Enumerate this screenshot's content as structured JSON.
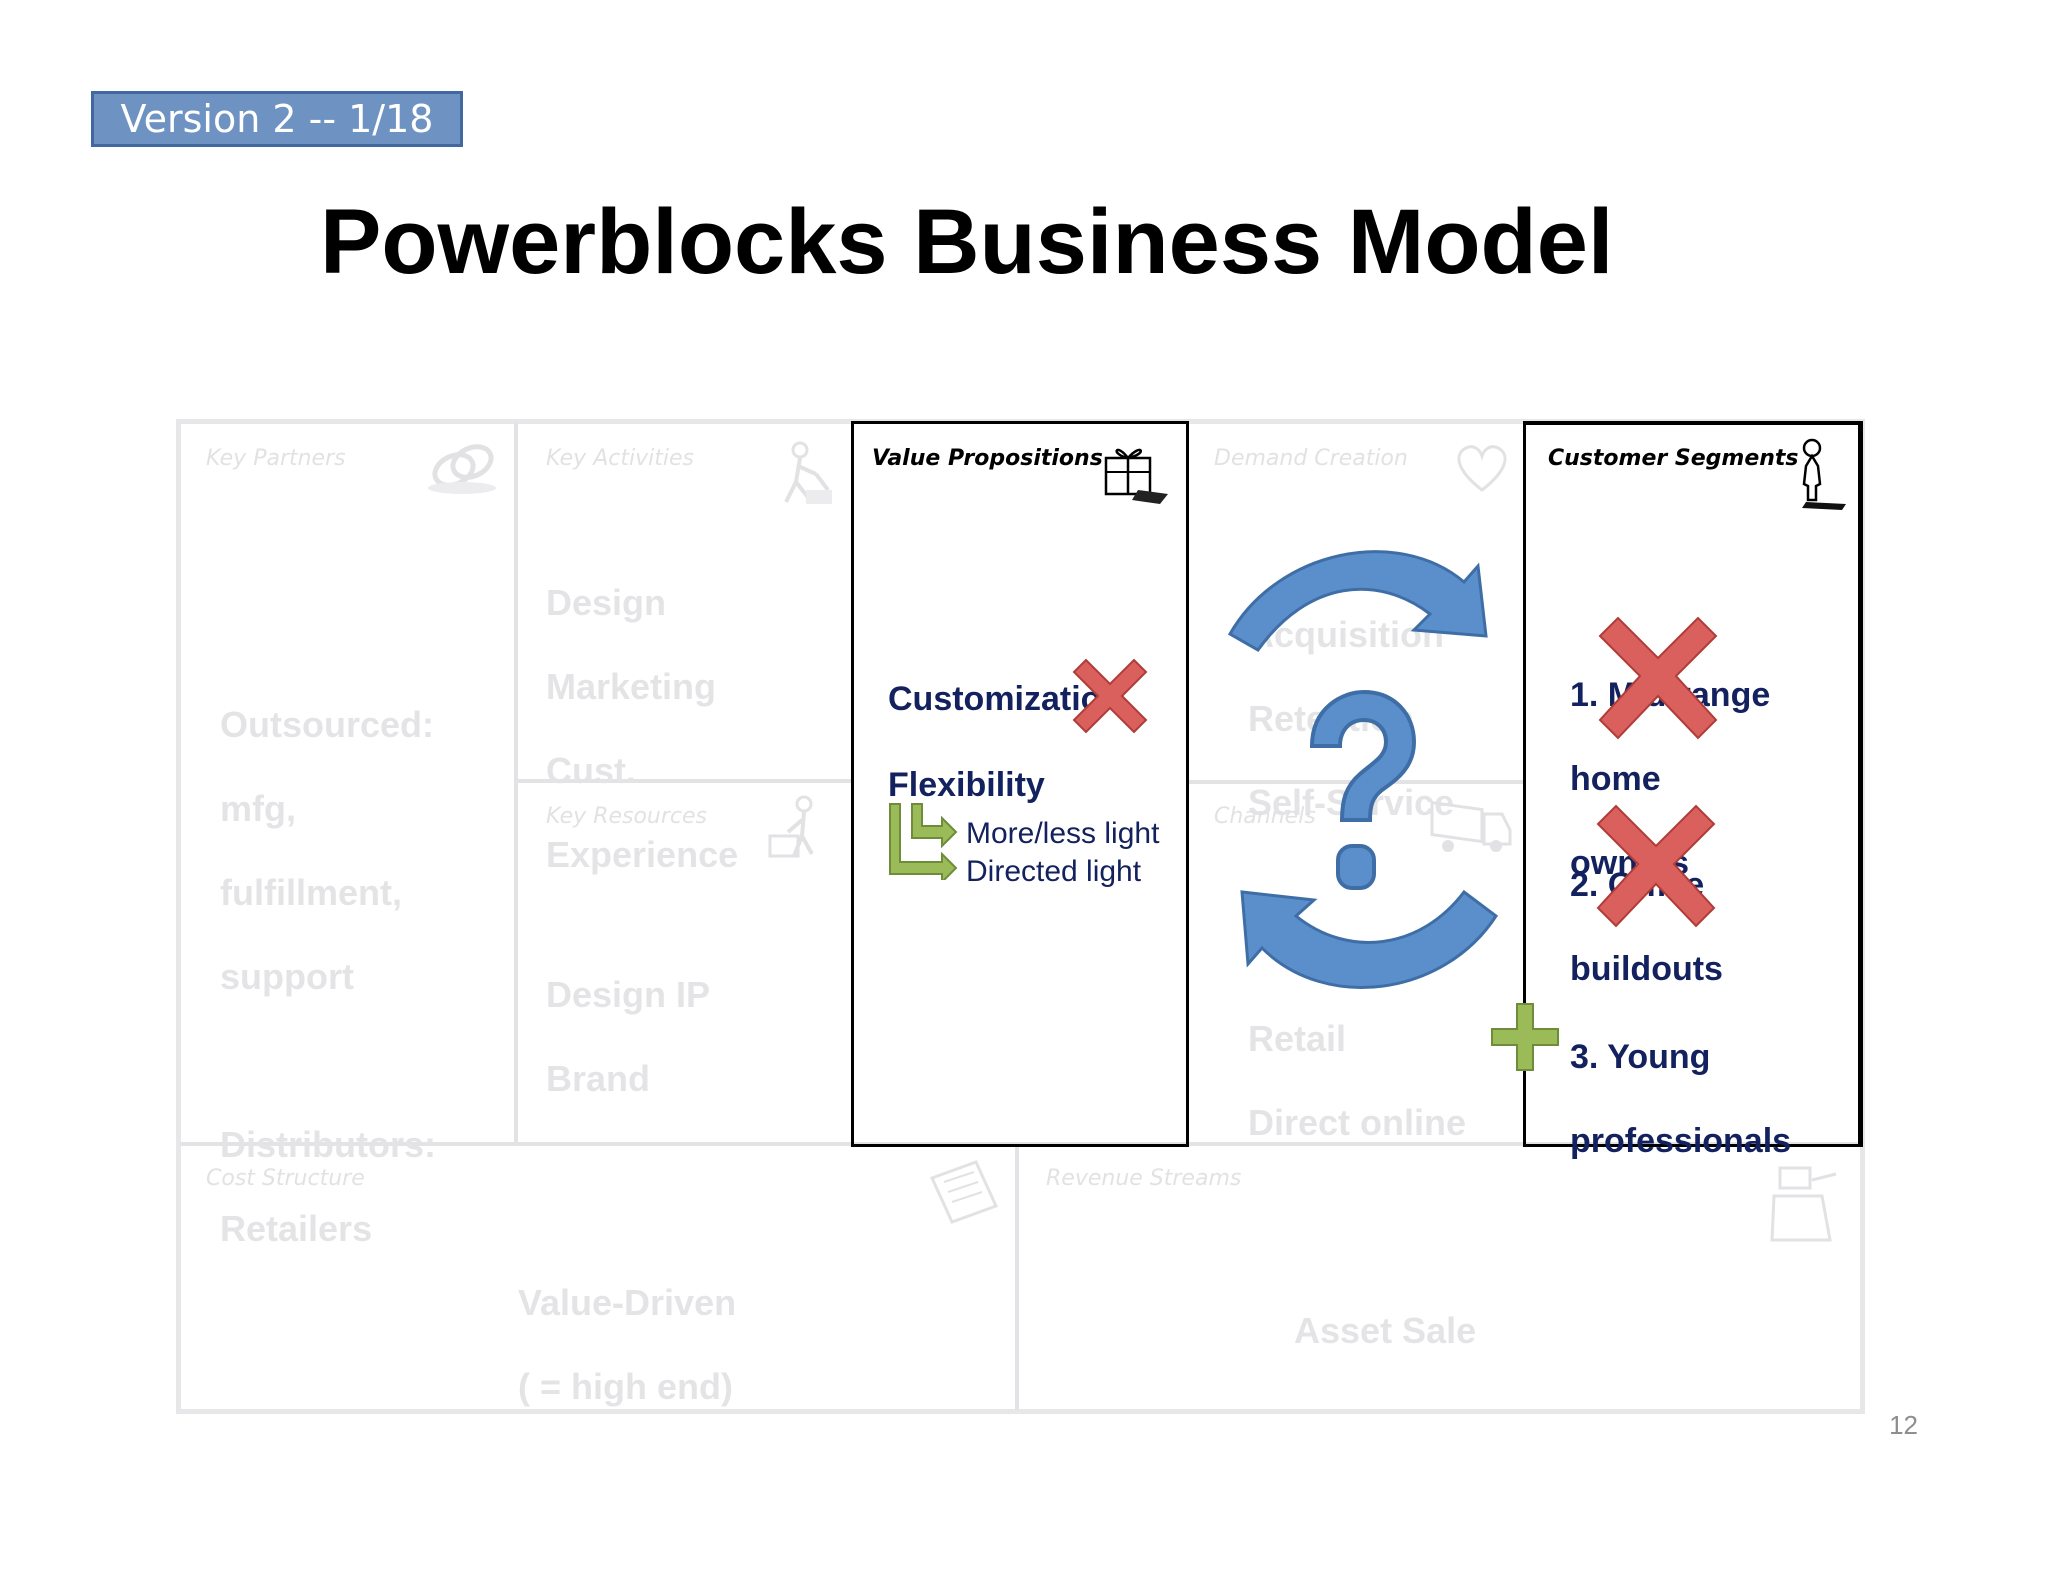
{
  "version_badge": "Version 2 -- 1/18",
  "title": "Powerblocks Business Model",
  "page_number": "12",
  "canvas": {
    "key_partners": {
      "header": "Key Partners",
      "icon": "chain-link-icon",
      "lines": [
        "Outsourced:",
        "mfg,",
        "fulfillment,",
        "support",
        "",
        "Distributors:",
        "Retailers"
      ]
    },
    "key_activities": {
      "header": "Key Activities",
      "icon": "worker-icon",
      "lines": [
        "Design",
        "Marketing",
        "Cust.",
        "Experience"
      ]
    },
    "key_resources": {
      "header": "Key Resources",
      "icon": "factory-worker-icon",
      "lines": [
        "Design IP",
        "Brand"
      ]
    },
    "value_propositions": {
      "header": "Value Propositions",
      "icon": "gift-box-icon",
      "item1": "Customization",
      "item2": "Flexibility",
      "sub1": "More/less light",
      "sub2": "Directed light"
    },
    "demand_creation": {
      "header": "Demand Creation",
      "icon": "heart-icon",
      "lines": [
        "Acquisition",
        "Retention",
        "Self-Service"
      ]
    },
    "channels": {
      "header": "Channels",
      "icon": "truck-icon",
      "lines": [
        "Retail",
        "Direct online"
      ]
    },
    "customer_segments": {
      "header": "Customer Segments",
      "icon": "person-icon",
      "seg1": [
        "1. Mid-range",
        "home",
        "owners"
      ],
      "seg2": [
        "2. Office",
        "buildouts"
      ],
      "seg3": [
        "3.  Young",
        "professionals"
      ]
    },
    "cost_structure": {
      "header": "Cost Structure",
      "icon": "receipt-icon",
      "lines": [
        "Value-Driven",
        "( = high end)"
      ]
    },
    "revenue_streams": {
      "header": "Revenue Streams",
      "icon": "cash-register-icon",
      "lines": [
        "Asset Sale"
      ]
    }
  },
  "colors": {
    "cross": "#d9605c",
    "plus": "#9bbb59",
    "arrows": "#5b8fcb",
    "question": "#5b8fcb",
    "dark_text": "#13215e",
    "badge": "#6e93c3"
  }
}
